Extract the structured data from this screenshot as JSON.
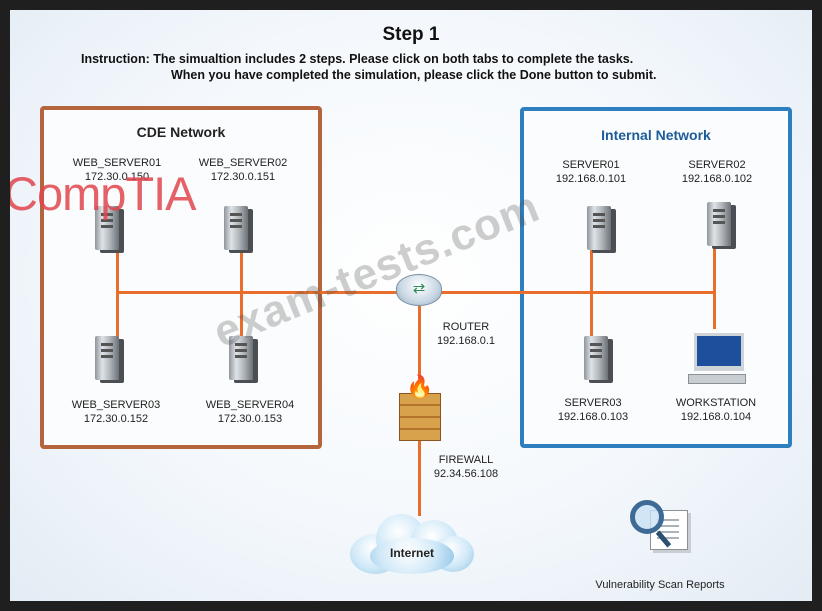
{
  "header": {
    "title": "Step 1",
    "instruction_line1": "Instruction: The simualtion includes 2 steps. Please click on both tabs to complete the tasks.",
    "instruction_line2": "When you have completed the simulation, please click the Done button to submit."
  },
  "cde_network": {
    "title": "CDE Network",
    "border_color": "#b5653d",
    "servers": [
      {
        "name": "WEB_SERVER01",
        "ip": "172.30.0.150"
      },
      {
        "name": "WEB_SERVER02",
        "ip": "172.30.0.151"
      },
      {
        "name": "WEB_SERVER03",
        "ip": "172.30.0.152"
      },
      {
        "name": "WEB_SERVER04",
        "ip": "172.30.0.153"
      }
    ]
  },
  "internal_network": {
    "title": "Internal Network",
    "border_color": "#2e7fc0",
    "devices": [
      {
        "name": "SERVER01",
        "ip": "192.168.0.101"
      },
      {
        "name": "SERVER02",
        "ip": "192.168.0.102"
      },
      {
        "name": "SERVER03",
        "ip": "192.168.0.103"
      },
      {
        "name": "WORKSTATION",
        "ip": "192.168.0.104"
      }
    ]
  },
  "router": {
    "name": "ROUTER",
    "ip": "192.168.0.1"
  },
  "firewall": {
    "name": "FIREWALL",
    "ip": "92.34.56.108"
  },
  "internet": {
    "label": "Internet"
  },
  "vulnerability_scan": {
    "label": "Vulnerability Scan Reports"
  },
  "watermarks": {
    "brand": "CompTIA",
    "site": "exam-tests.com"
  },
  "colors": {
    "link_line": "#e96e2c",
    "brand_red": "#e0464e"
  }
}
